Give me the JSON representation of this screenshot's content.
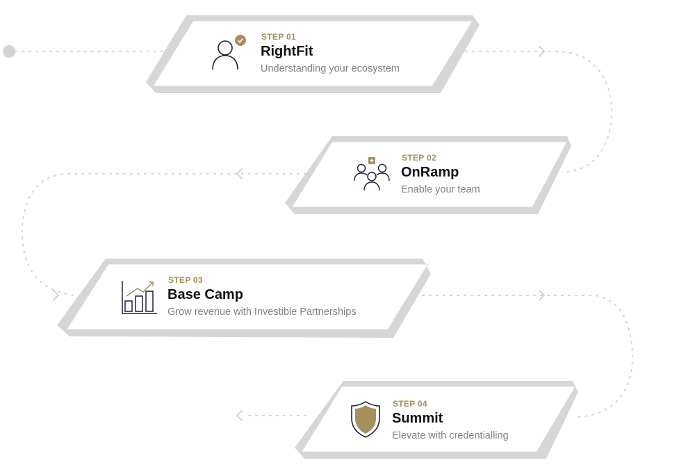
{
  "colors": {
    "accent": "#a58f5b",
    "ink": "#1d1f3a",
    "path": "#d3d3d3",
    "plate": "#d6d6d6"
  },
  "steps": [
    {
      "step": "STEP 01",
      "title": "RightFit",
      "subtitle": "Understanding your ecosystem",
      "icon": "person-check-icon"
    },
    {
      "step": "STEP 02",
      "title": "OnRamp",
      "subtitle": "Enable your team",
      "icon": "team-plus-icon"
    },
    {
      "step": "STEP 03",
      "title": "Base Camp",
      "subtitle": "Grow revenue with Investible Partnerships",
      "icon": "bar-chart-growth-icon"
    },
    {
      "step": "STEP 04",
      "title": "Summit",
      "subtitle": "Elevate with credentialling",
      "icon": "shield-icon"
    }
  ]
}
